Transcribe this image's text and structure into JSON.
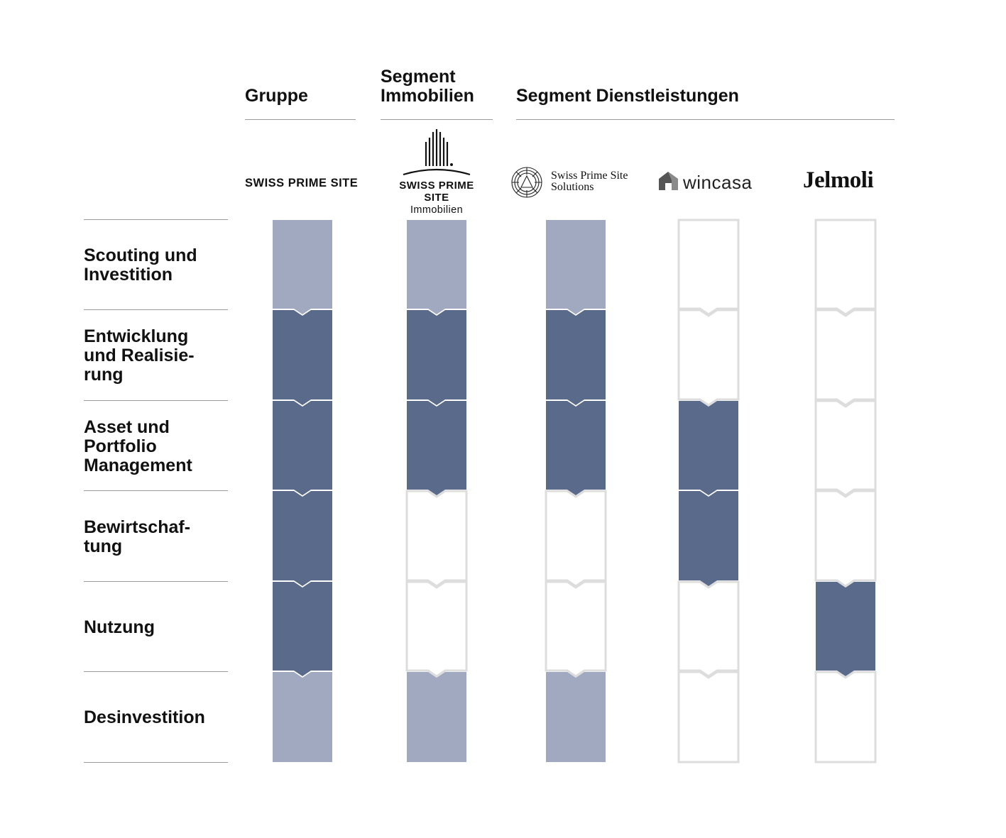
{
  "segments": {
    "gruppe": "Gruppe",
    "immobilien_line1": "Segment",
    "immobilien_line2": "Immobilien",
    "dienstleistungen": "Segment Dienstleistungen"
  },
  "logos": {
    "sps": "SWISS PRIME SITE",
    "sps_imm_line1": "SWISS PRIME SITE",
    "sps_imm_line2": "Immobilien",
    "solutions_line1": "Swiss Prime Site",
    "solutions_line2": "Solutions",
    "wincasa": "wincasa",
    "jelmoli": "Jelmoli"
  },
  "rows": [
    {
      "lines": [
        "Scouting und",
        "Investition"
      ]
    },
    {
      "lines": [
        "Entwicklung",
        "und Realisie-",
        "rung"
      ]
    },
    {
      "lines": [
        "Asset und",
        "Portfolio",
        "Management"
      ]
    },
    {
      "lines": [
        "Bewirtschaf-",
        "tung"
      ]
    },
    {
      "lines": [
        "Nutzung"
      ]
    },
    {
      "lines": [
        "Desinvestition"
      ]
    }
  ],
  "colors": {
    "dark": "#5a6a8a",
    "light": "#a1a9c1",
    "empty_stroke": "#dddddd"
  },
  "matrix": [
    [
      "light",
      "light",
      "light",
      "empty",
      "empty"
    ],
    [
      "dark",
      "dark",
      "dark",
      "empty",
      "empty"
    ],
    [
      "dark",
      "dark",
      "dark",
      "dark",
      "empty"
    ],
    [
      "dark",
      "empty",
      "empty",
      "dark",
      "empty"
    ],
    [
      "dark",
      "empty",
      "empty",
      "empty",
      "dark"
    ],
    [
      "light",
      "light",
      "light",
      "empty",
      "empty"
    ]
  ]
}
